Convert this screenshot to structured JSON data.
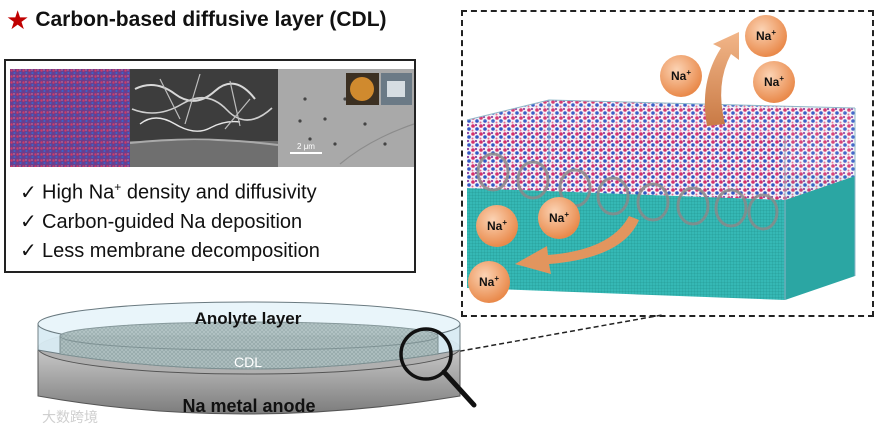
{
  "title": {
    "star_icon": "star-icon",
    "text": "Carbon-based diffusive layer (CDL)"
  },
  "panels": {
    "scale_bar": "2 μm"
  },
  "bullets": [
    {
      "check": "✓",
      "pre": "High Na",
      "sup": "+",
      "post": " density and diffusivity"
    },
    {
      "check": "✓",
      "pre": "Carbon-guided Na deposition",
      "sup": "",
      "post": ""
    },
    {
      "check": "✓",
      "pre": "Less membrane decomposition",
      "sup": "",
      "post": ""
    }
  ],
  "ions": {
    "base": "Na",
    "charge": "+"
  },
  "cell": {
    "anolyte": "Anolyte layer",
    "cdl": "CDL",
    "anode": "Na metal anode"
  },
  "watermark": "大数跨境",
  "colors": {
    "star": "#c00000",
    "ion": "#f3a36d",
    "arrow": "#e2955e",
    "substrate": "#35b8b5"
  }
}
